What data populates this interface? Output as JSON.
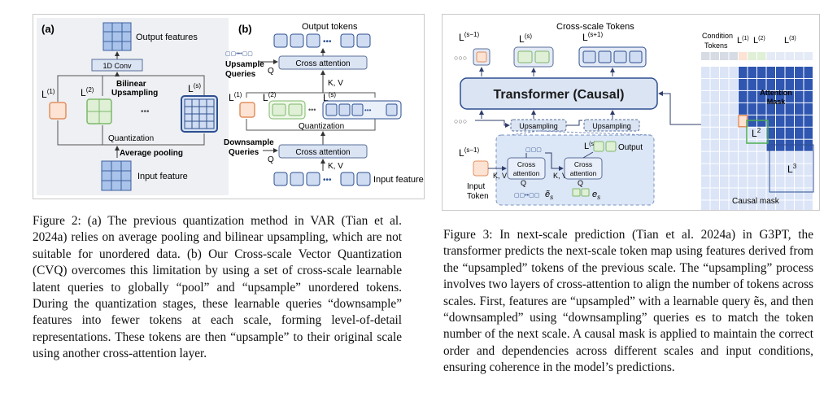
{
  "figure2": {
    "panel_a": {
      "tag": "(a)",
      "output_features": "Output features",
      "conv": "1D Conv",
      "bilinear_1": "Bilinear",
      "bilinear_2": "Upsampling",
      "l1": "L",
      "l1_sup": "(1)",
      "l2": "L",
      "l2_sup": "(2)",
      "ls": "L",
      "ls_sup": "(s)",
      "dots": "•••",
      "quantization": "Quantization",
      "avg_pool": "Average pooling",
      "input_feature": "Input feature"
    },
    "panel_b": {
      "tag": "(b)",
      "output_tokens": "Output tokens",
      "upsample_1": "Upsample",
      "upsample_2": "Queries",
      "cross_attn_top": "Cross attention",
      "q_top": "Q",
      "kv_top": "K, V",
      "l1": "L",
      "l1_sup": "(1)",
      "l2": "L",
      "l2_sup": "(2)",
      "ls": "L",
      "ls_sup": "(s)",
      "quantization": "Quantization",
      "downsample_1": "Downsample",
      "downsample_2": "Queries",
      "cross_attn_bottom": "Cross attention",
      "q_bottom": "Q",
      "kv_bottom": "K, V",
      "input_feature": "Input feature"
    },
    "caption": "Figure 2: (a) The previous quantization method in VAR (Tian et al. 2024a) relies on average pooling and bilinear upsampling, which are not suitable for unordered data. (b) Our Cross-scale Vector Quantization (CVQ) overcomes this limitation by using a set of cross-scale learnable latent queries to globally “pool” and “upsample” unordered tokens. During the quantization stages, these learnable queries “downsample” features into fewer tokens at each scale, forming level-of-detail representations. These tokens are then “upsample” to their original scale using another cross-attention layer."
  },
  "figure3": {
    "cross_scale_tokens": "Cross-scale Tokens",
    "l_sm1": "L",
    "l_sm1_sup": "(s−1)",
    "l_s": "L",
    "l_s_sup": "(s)",
    "l_sp1": "L",
    "l_sp1_sup": "(s+1)",
    "transformer": "Transformer (Causal)",
    "upsampling_1": "Upsampling",
    "upsampling_2": "Upsampling",
    "input_l": "L",
    "input_l_sup": "(s−1)",
    "input_token_1": "Input",
    "input_token_2": "Token",
    "kv_1": "K, V",
    "kv_2": "K, V",
    "cross_attn_1a": "Cross",
    "cross_attn_1b": "attention",
    "cross_attn_2a": "Cross",
    "cross_attn_2b": "attention",
    "q1": "Q",
    "q2": "Q",
    "es_tilde": "ẽ",
    "es_tilde_sub": "s",
    "es": "e",
    "es_sub": "s",
    "inner_ls": "L",
    "inner_ls_sup": "(s)",
    "output": "Output",
    "condition_1": "Condition",
    "condition_2": "Tokens",
    "mask_l1": "L",
    "mask_l1_sup": "(1)",
    "mask_l2": "L",
    "mask_l2_sup": "(2)",
    "mask_l3": "L",
    "mask_l3_sup": "(3)",
    "attention_1": "Attention",
    "attention_2": "Mask",
    "box_l2": "L",
    "box_l2_sup": "2",
    "box_l3": "L",
    "box_l3_sup": "3",
    "causal_mask": "Causal mask",
    "caption": "Figure 3: In next-scale prediction (Tian et al. 2024a) in G3PT, the transformer predicts the next-scale token map using features derived from the “upsampled” tokens of the previous scale. The “upsampling” process involves two layers of cross-attention to align the number of tokens across scales. First, features are “upsampled” with a learnable query ẽs, and then “downsampled” using “downsampling” queries es to match the token number of the next scale. A causal mask is applied to maintain the correct order and dependencies across different scales and input conditions, ensuring coherence in the model’s predictions."
  }
}
